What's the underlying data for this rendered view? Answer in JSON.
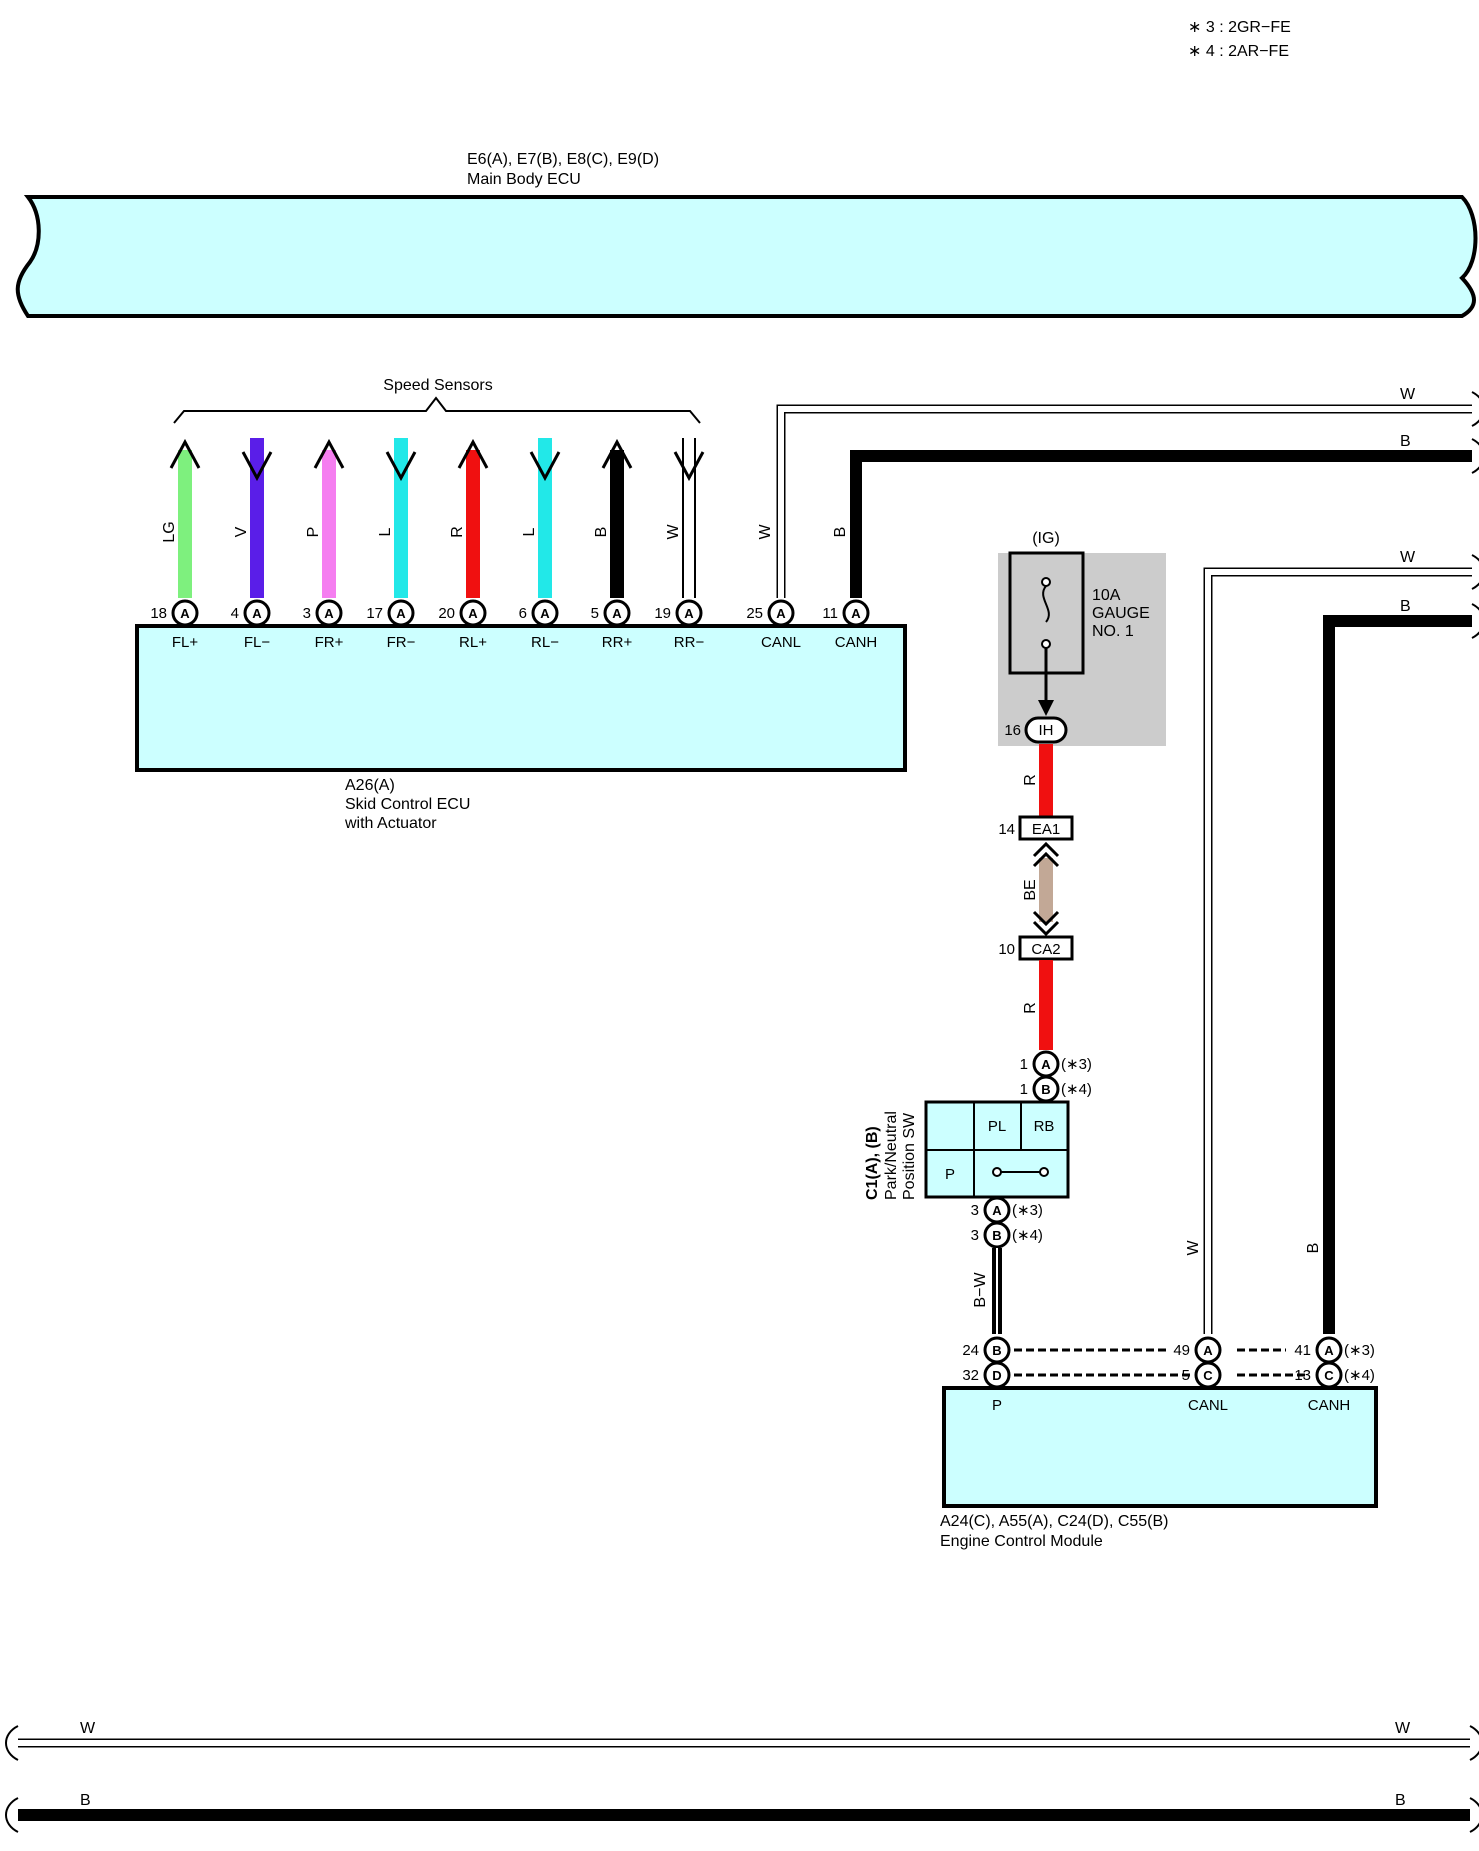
{
  "notes": [
    "∗ 3 : 2GR−FE",
    "∗ 4 : 2AR−FE"
  ],
  "main_body_ecu": {
    "code": "E6(A), E7(B), E8(C), E9(D)",
    "name": "Main Body ECU"
  },
  "speed_sensors": {
    "label": "Speed Sensors",
    "wires": [
      {
        "color_code": "LG",
        "hex": "#7ef07e",
        "pin": "18",
        "terminal": "FL+"
      },
      {
        "color_code": "V",
        "hex": "#5a1ee8",
        "pin": "4",
        "terminal": "FL−"
      },
      {
        "color_code": "P",
        "hex": "#f57ef0",
        "pin": "3",
        "terminal": "FR+"
      },
      {
        "color_code": "L",
        "hex": "#22e8e8",
        "pin": "17",
        "terminal": "FR−"
      },
      {
        "color_code": "R",
        "hex": "#f01010",
        "pin": "20",
        "terminal": "RL+"
      },
      {
        "color_code": "L",
        "hex": "#22e8e8",
        "pin": "6",
        "terminal": "RL−"
      },
      {
        "color_code": "B",
        "hex": "#000000",
        "pin": "5",
        "terminal": "RR+"
      },
      {
        "color_code": "W",
        "hex": "#ffffff",
        "pin": "19",
        "terminal": "RR−"
      }
    ]
  },
  "skid_ecu": {
    "code": "A26(A)",
    "name_line1": "Skid Control ECU",
    "name_line2": "with Actuator",
    "connector": "A",
    "canl": {
      "pin": "25",
      "wire": "W",
      "terminal": "CANL"
    },
    "canh": {
      "pin": "11",
      "wire": "B",
      "terminal": "CANH"
    }
  },
  "bus_labels": {
    "w": "W",
    "b": "B"
  },
  "fuse": {
    "supply": "(IG)",
    "line1": "10A",
    "line2": "GAUGE",
    "line3": "NO. 1",
    "pin": "16",
    "terminal": "IH"
  },
  "harness": {
    "wire1": "R",
    "ea1": {
      "pin": "14",
      "name": "EA1"
    },
    "wire2": "BE",
    "ca2": {
      "pin": "10",
      "name": "CA2"
    },
    "wire3": "R"
  },
  "pnp_switch": {
    "code": "C1(A), (B)",
    "name_line1": "Park/Neutral",
    "name_line2": "Position SW",
    "cells": [
      "PL",
      "RB",
      "P"
    ],
    "in_pins": [
      {
        "pin": "1",
        "conn": "A",
        "note": "(∗3)"
      },
      {
        "pin": "1",
        "conn": "B",
        "note": "(∗4)"
      }
    ],
    "out_pins": [
      {
        "pin": "3",
        "conn": "A",
        "note": "(∗3)"
      },
      {
        "pin": "3",
        "conn": "B",
        "note": "(∗4)"
      }
    ],
    "out_wire": "B−W"
  },
  "ecm": {
    "code": "A24(C), A55(A), C24(D), C55(B)",
    "name": "Engine Control Module",
    "p": {
      "pins": [
        {
          "pin": "24",
          "conn": "B"
        },
        {
          "pin": "32",
          "conn": "D"
        }
      ],
      "terminal": "P"
    },
    "canl": {
      "pins": [
        {
          "pin": "49",
          "conn": "A"
        },
        {
          "pin": "5",
          "conn": "C"
        }
      ],
      "terminal": "CANL",
      "wire": "W"
    },
    "canh": {
      "pins": [
        {
          "pin": "41",
          "conn": "A",
          "note": "(∗3)"
        },
        {
          "pin": "13",
          "conn": "C",
          "note": "(∗4)"
        }
      ],
      "terminal": "CANH",
      "wire": "B"
    }
  }
}
